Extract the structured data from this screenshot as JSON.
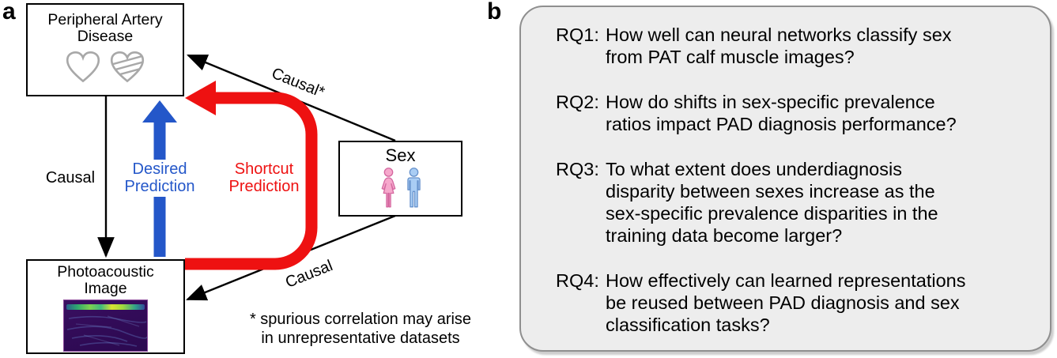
{
  "panel_a": {
    "label": "a",
    "pad_box": {
      "line1": "Peripheral Artery",
      "line2": "Disease"
    },
    "photoacoustic_box": {
      "line1": "Photoacoustic",
      "line2": "Image"
    },
    "sex_box": {
      "title": "Sex"
    },
    "edge_labels": {
      "causal_left": "Causal",
      "causal_upper": "Causal*",
      "causal_lower": "Causal"
    },
    "desired_prediction": {
      "line1": "Desired",
      "line2": "Prediction",
      "color": "#2457c9"
    },
    "shortcut_prediction": {
      "line1": "Shortcut",
      "line2": "Prediction",
      "color": "#ee1111"
    },
    "footnote": {
      "line1": "* spurious correlation may arise",
      "line2": "in unrepresentative datasets"
    },
    "icon_colors": {
      "heart_outline": "#a8a8a8",
      "female_fill": "#f6a8cc",
      "female_stroke": "#d4679f",
      "male_fill": "#a9cdf4",
      "male_stroke": "#6792cc"
    }
  },
  "panel_b": {
    "label": "b",
    "questions": [
      {
        "id": "RQ1:",
        "lines": [
          "How well can neural networks classify sex",
          "from PAT calf muscle images?"
        ]
      },
      {
        "id": "RQ2:",
        "lines": [
          "How do shifts in sex-specific prevalence",
          "ratios impact PAD diagnosis performance?"
        ]
      },
      {
        "id": "RQ3:",
        "lines": [
          "To what extent does underdiagnosis",
          "disparity between sexes increase as the",
          "sex-specific prevalence disparities in the",
          "training data become larger?"
        ]
      },
      {
        "id": "RQ4:",
        "lines": [
          "How effectively can learned representations",
          "be reused between PAD diagnosis and sex",
          "classification tasks?"
        ]
      }
    ]
  }
}
